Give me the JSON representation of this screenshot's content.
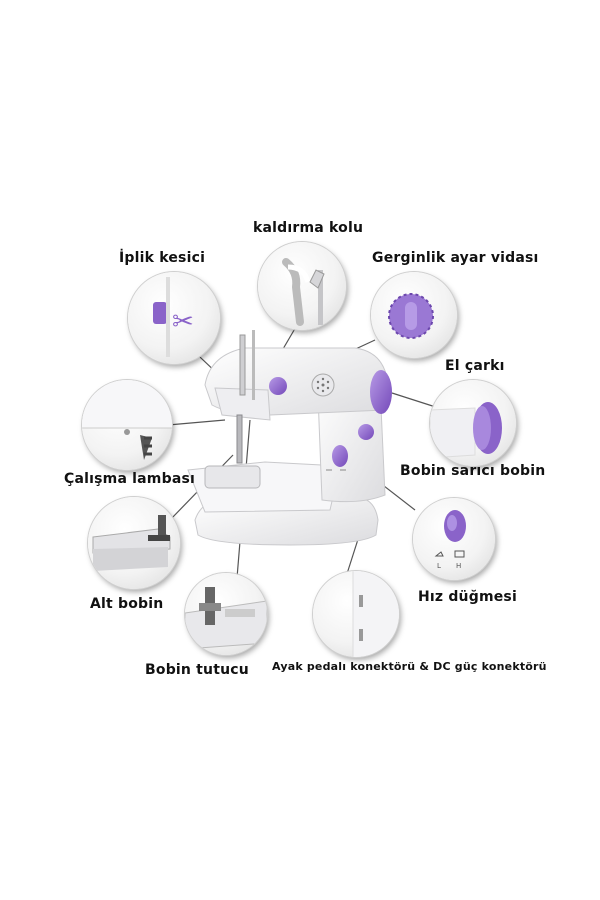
{
  "labels": {
    "kaldirma_kolu": "kaldırma kolu",
    "iplik_kesici": "İplik kesici",
    "gerginlik": "Gerginlik ayar vidası",
    "el_carki": "El çarkı",
    "calisma_lambasi": "Çalışma lambası",
    "bobin_sarici": "Bobin sarıcı bobin",
    "alt_bobin": "Alt bobin",
    "hiz_dugmesi": "Hız düğmesi",
    "bobin_tutucu": "Bobin tutucu",
    "konektor": "Ayak pedalı konektörü & DC güç konektörü"
  },
  "switch_marks": {
    "low": "L",
    "high": "H"
  },
  "colors": {
    "accent": "#8a63c9",
    "body": "#f4f4f6",
    "line": "#555555"
  }
}
